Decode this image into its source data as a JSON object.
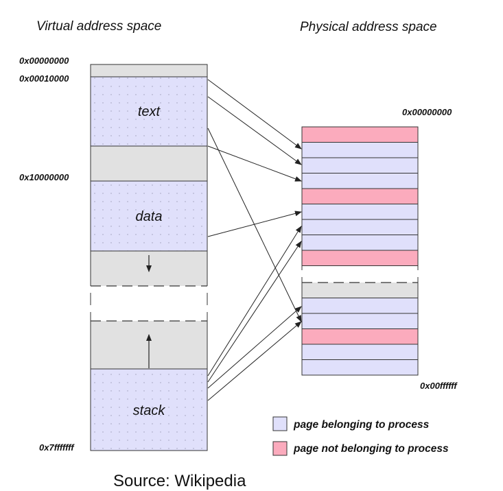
{
  "virtual": {
    "title": "Virtual address space",
    "addr_top": "0x00000000",
    "addr_text_start": "0x00010000",
    "addr_data_start": "0x10000000",
    "addr_bottom": "0x7fffffff",
    "text_label": "text",
    "data_label": "data",
    "stack_label": "stack"
  },
  "physical": {
    "title": "Physical address space",
    "addr_top": "0x00000000",
    "addr_bottom": "0x00ffffff"
  },
  "legend": {
    "belonging": "page belonging to process",
    "not_belonging": "page not belonging to process"
  },
  "source": "Source: Wikipedia",
  "colors": {
    "process_page": "#e0e0fb",
    "other_page": "#fbabbd",
    "unmapped": "#e1e1e1",
    "line": "#333333"
  }
}
